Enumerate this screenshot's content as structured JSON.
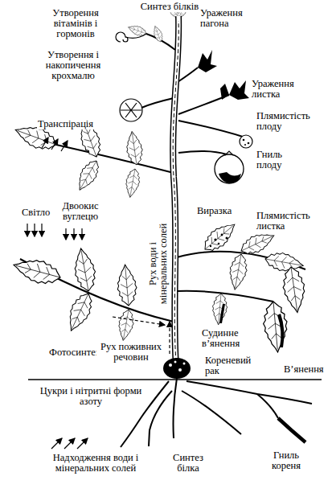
{
  "diagram": {
    "labels": [
      "Синтез білків",
      "Утворення вітамінів і гормонів",
      "Ураження пагона",
      "Утворення і накопичення крохмалю",
      "Ураження листка",
      "Транспірація",
      "Плямистість плоду",
      "Гниль плоду",
      "Двоокис вуглецю",
      "Світло",
      "Рух води і мінеральних солей",
      "Виразка",
      "Плямистість листка",
      "Фотосинтез",
      "Рух поживних речовин",
      "Судинне в’янення",
      "Кореневий рак",
      "В’янення",
      "Цукри і нітритні форми азоту",
      "Надходження води і мінеральних солей",
      "Синтез білка",
      "Гниль кореня"
    ]
  }
}
